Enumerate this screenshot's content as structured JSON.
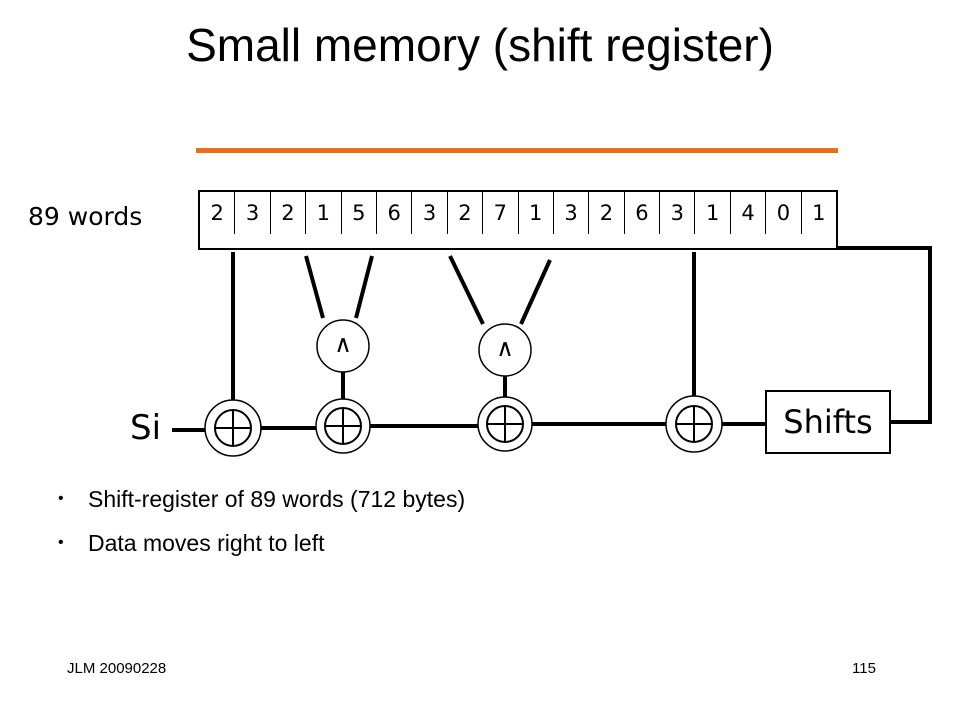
{
  "slide": {
    "title": "Small memory (shift register)",
    "words_label": "89 words",
    "register_cells": [
      "2",
      "3",
      "2",
      "1",
      "5",
      "6",
      "3",
      "2",
      "7",
      "1",
      "3",
      "2",
      "6",
      "3",
      "1",
      "4",
      "0",
      "1"
    ],
    "and_gates": [
      "∧",
      "∧"
    ],
    "input_label": "Si",
    "shifts_label": "Shifts",
    "bullets": [
      "Shift-register of 89 words (712 bytes)",
      "Data moves right to left"
    ],
    "footer_left": "JLM 20090228",
    "footer_right": "115",
    "colors": {
      "accent_rule": "#e8701a"
    }
  }
}
